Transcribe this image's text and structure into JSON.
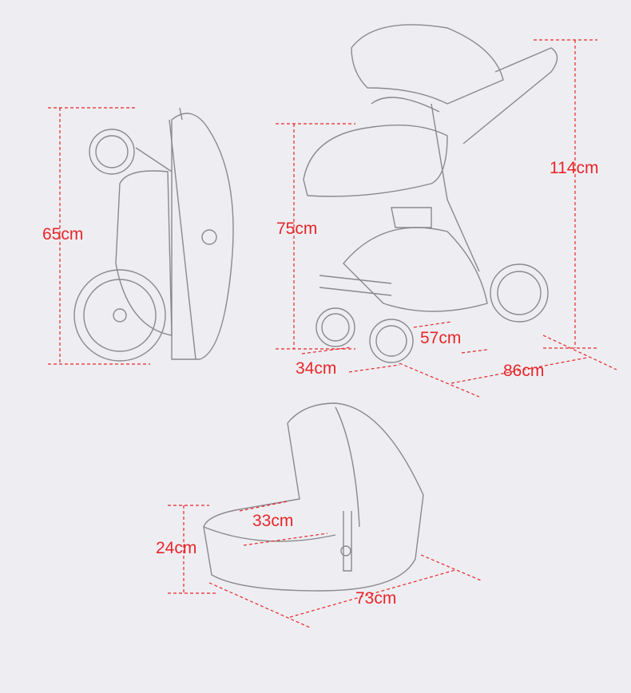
{
  "colors": {
    "background": "#eeeef2",
    "dimension": "#e8262a",
    "line_art": "#8a8a8e"
  },
  "folded": {
    "height": "65cm"
  },
  "stroller": {
    "height": "114cm",
    "seat_height": "75cm",
    "front_width": "34cm",
    "width": "57cm",
    "length": "86cm"
  },
  "carrycot": {
    "height": "24cm",
    "inner_width": "33cm",
    "length": "73cm"
  }
}
